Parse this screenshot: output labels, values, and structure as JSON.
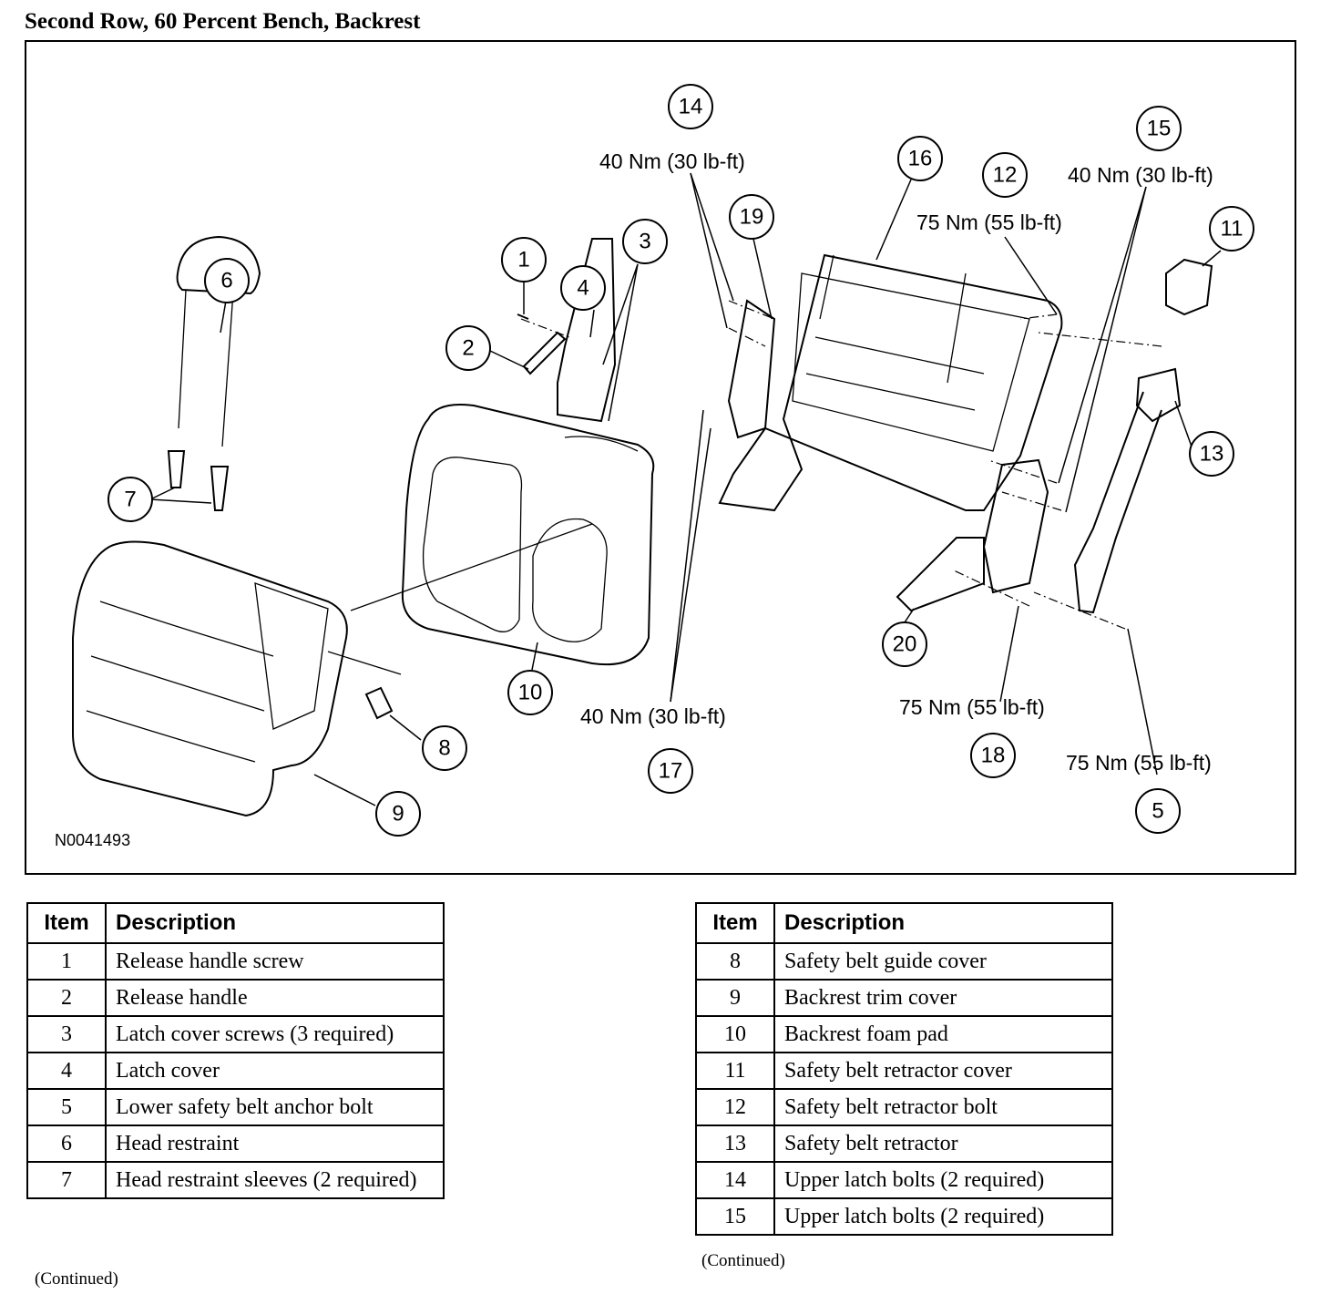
{
  "title": "Second Row, 60 Percent Bench, Backrest",
  "figure_id": "N0041493",
  "callouts": [
    "1",
    "2",
    "3",
    "4",
    "5",
    "6",
    "7",
    "8",
    "9",
    "10",
    "11",
    "12",
    "13",
    "14",
    "15",
    "16",
    "17",
    "18",
    "19",
    "20"
  ],
  "torques": {
    "t14": "40 Nm (30 lb-ft)",
    "t15": "40 Nm (30 lb-ft)",
    "t12": "75 Nm (55 lb-ft)",
    "t17": "40 Nm (30 lb-ft)",
    "t18": "75 Nm (55 lb-ft)",
    "t5": "75 Nm (55 lb-ft)"
  },
  "table_left": {
    "header_item": "Item",
    "header_desc": "Description",
    "rows": [
      {
        "item": "1",
        "desc": "Release handle screw"
      },
      {
        "item": "2",
        "desc": "Release handle"
      },
      {
        "item": "3",
        "desc": "Latch cover screws (3 required)"
      },
      {
        "item": "4",
        "desc": "Latch cover"
      },
      {
        "item": "5",
        "desc": "Lower safety belt anchor bolt"
      },
      {
        "item": "6",
        "desc": "Head restraint"
      },
      {
        "item": "7",
        "desc": "Head restraint sleeves (2 required)"
      }
    ],
    "continued": "(Continued)"
  },
  "table_right": {
    "header_item": "Item",
    "header_desc": "Description",
    "rows": [
      {
        "item": "8",
        "desc": "Safety belt guide cover"
      },
      {
        "item": "9",
        "desc": "Backrest trim cover"
      },
      {
        "item": "10",
        "desc": "Backrest foam pad"
      },
      {
        "item": "11",
        "desc": "Safety belt retractor cover"
      },
      {
        "item": "12",
        "desc": "Safety belt retractor bolt"
      },
      {
        "item": "13",
        "desc": "Safety belt retractor"
      },
      {
        "item": "14",
        "desc": "Upper latch bolts (2 required)"
      },
      {
        "item": "15",
        "desc": "Upper latch bolts (2 required)"
      }
    ],
    "continued": "(Continued)"
  }
}
